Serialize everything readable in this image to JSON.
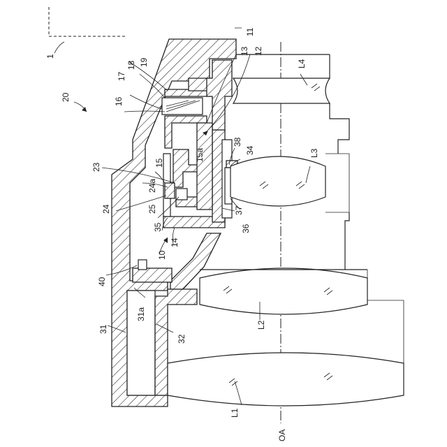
{
  "diagram": {
    "labels": {
      "l1": "1",
      "l10": "10",
      "l11": "11",
      "l12": "12",
      "l13": "13",
      "l14": "14",
      "l15": "15",
      "l15a": "15a",
      "l16": "16",
      "l17": "17",
      "l18": "18",
      "l19": "19",
      "l20": "20",
      "l23": "23",
      "l24": "24",
      "l24a": "24a",
      "l25": "25",
      "l31": "31",
      "l31a": "31a",
      "l32": "32",
      "l34": "34",
      "l35": "35",
      "l36": "36",
      "l37": "37",
      "l38": "38",
      "l40": "40",
      "L1": "L1",
      "L2": "L2",
      "L3": "L3",
      "L4": "L4",
      "OA": "OA"
    }
  }
}
